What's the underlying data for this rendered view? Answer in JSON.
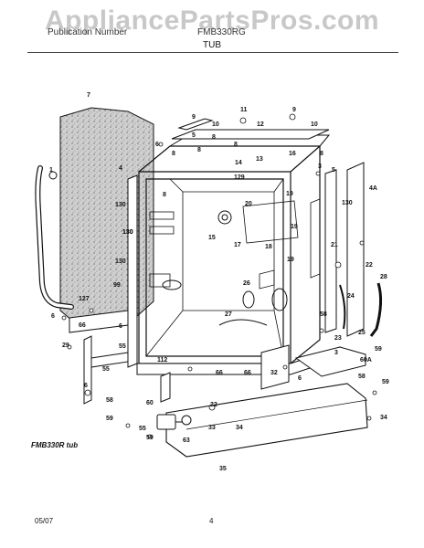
{
  "watermark": "AppliancePartsPros.com",
  "header": {
    "left_text": "Publication Number",
    "model_text": "FMB330RG",
    "section_title": "TUB"
  },
  "footer": {
    "model_label": "FMB330R tub",
    "date": "05/07",
    "page": "4"
  },
  "callouts": [
    "7",
    "9",
    "10",
    "11",
    "12",
    "9",
    "10",
    "6",
    "8",
    "8",
    "5",
    "8",
    "8",
    "14",
    "13",
    "16",
    "8",
    "3",
    "5",
    "4A",
    "4",
    "1",
    "8",
    "130",
    "130",
    "129",
    "130",
    "130",
    "20",
    "19",
    "19",
    "19",
    "15",
    "17",
    "18",
    "21",
    "130",
    "22",
    "28",
    "99",
    "127",
    "6",
    "66",
    "26",
    "27",
    "58",
    "24",
    "25",
    "23",
    "59",
    "29",
    "6",
    "55",
    "55",
    "112",
    "66",
    "66",
    "32",
    "6",
    "60A",
    "58",
    "59",
    "3",
    "6",
    "58",
    "59",
    "60",
    "22",
    "33",
    "34",
    "35",
    "34",
    "63",
    "55",
    "59"
  ],
  "colors": {
    "line": "#111111",
    "insulation": "#bdbdbd",
    "background": "#ffffff"
  }
}
